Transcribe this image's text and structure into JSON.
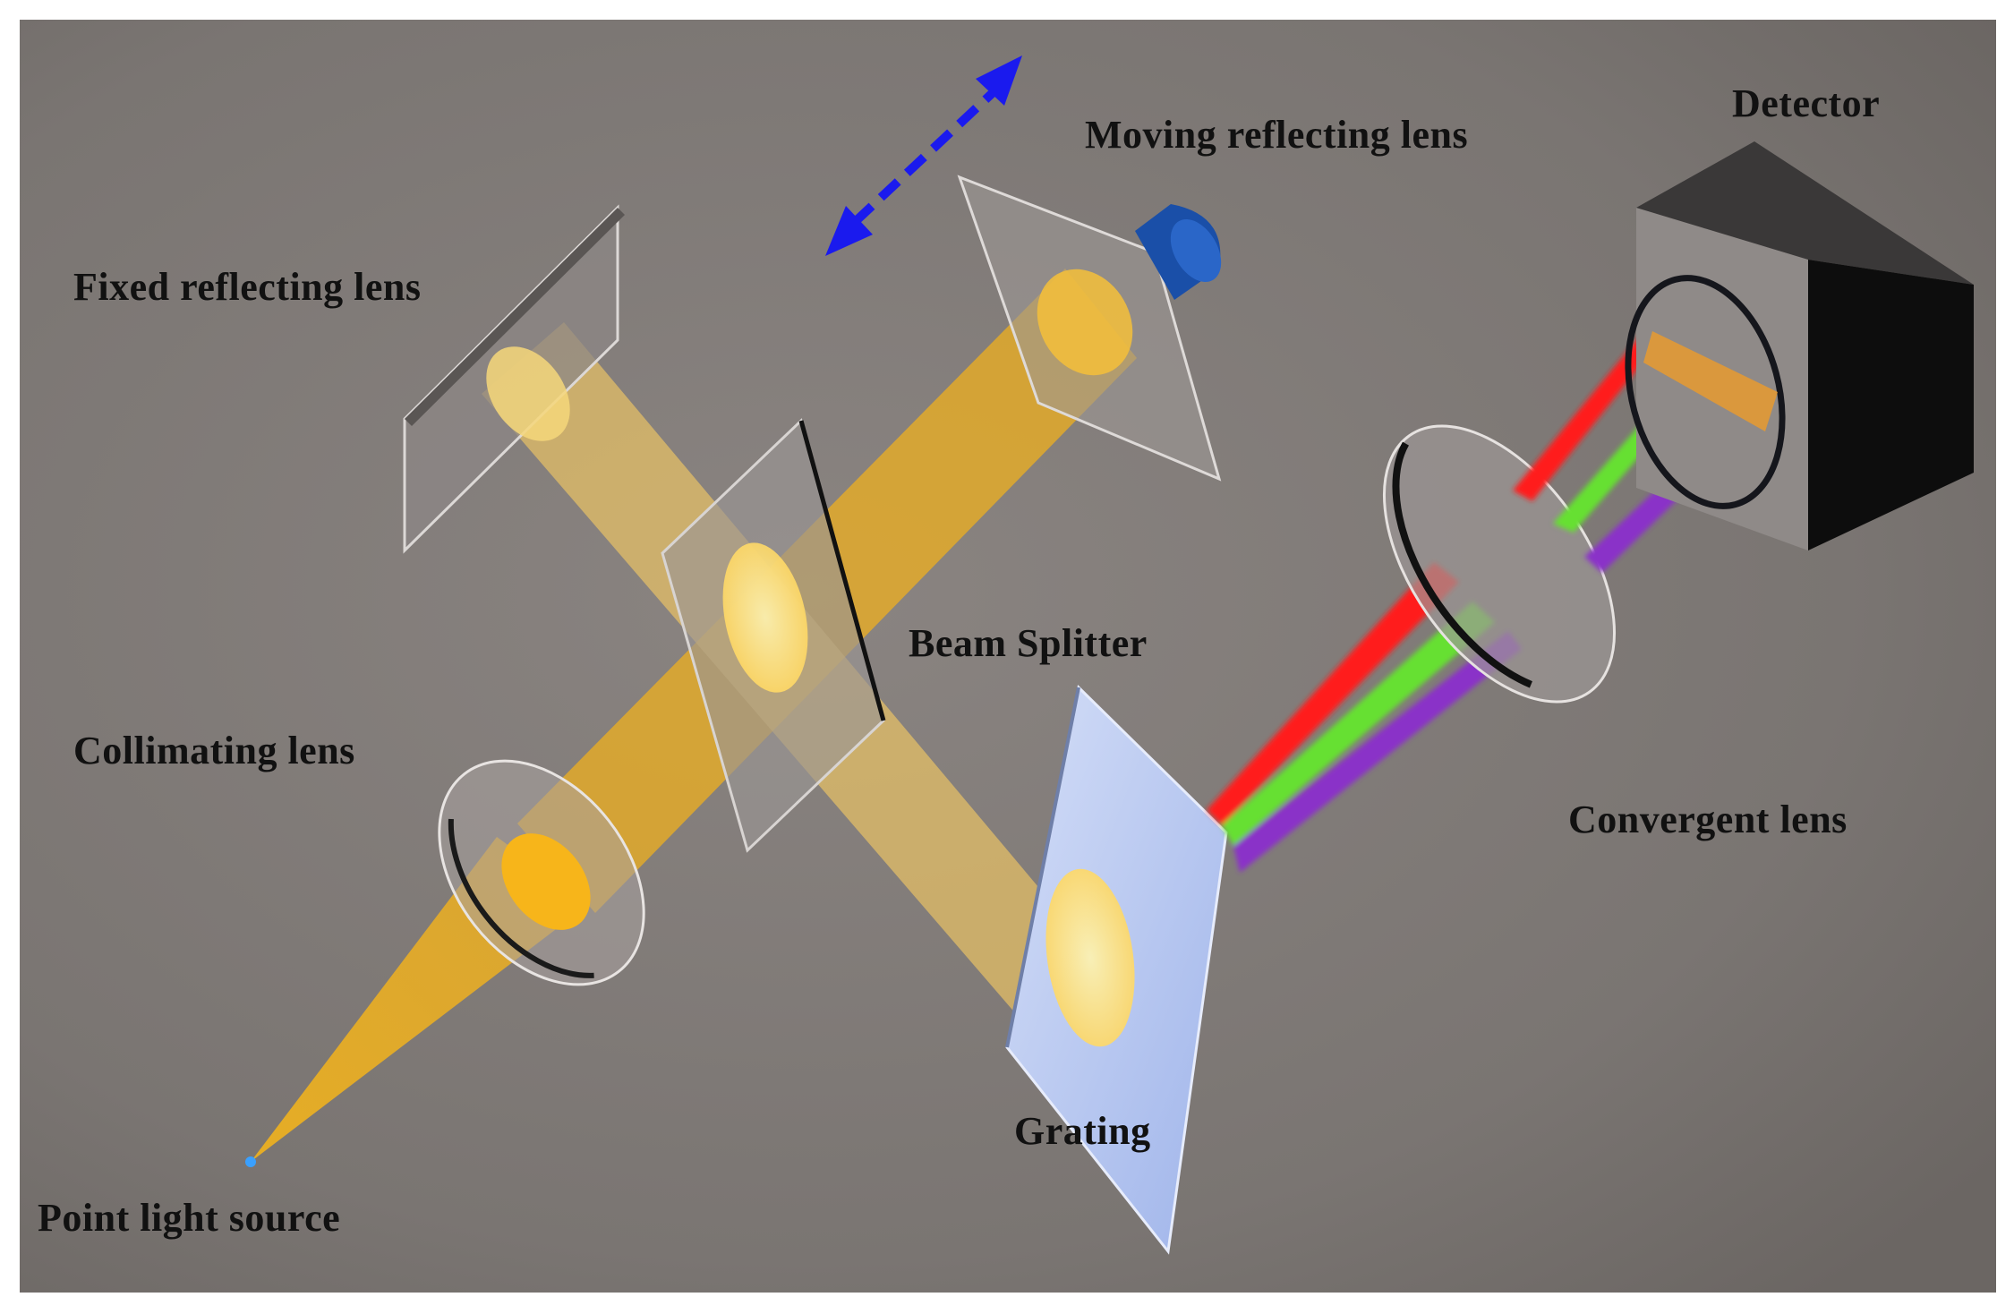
{
  "labels": {
    "detector": "Detector",
    "moving_reflecting_lens": "Moving reflecting lens",
    "fixed_reflecting_lens": "Fixed reflecting lens",
    "beam_splitter": "Beam Splitter",
    "collimating_lens": "Collimating lens",
    "convergent_lens": "Convergent lens",
    "grating": "Grating",
    "point_light_source": "Point light source"
  },
  "colors": {
    "background": "#7d7875",
    "beam": "#f2b21c",
    "red_ray": "#ff1a1a",
    "green_ray": "#66e033",
    "violet_ray": "#8a33c8",
    "arrow": "#1a1aee",
    "actuator": "#1a4fa8",
    "grating": "#b7c8f2"
  }
}
